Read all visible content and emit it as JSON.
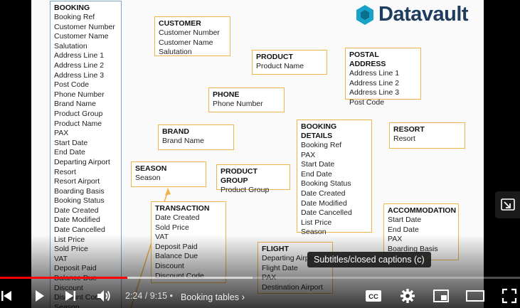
{
  "logo": {
    "text": "Datavault"
  },
  "boxes": {
    "booking": {
      "title": "BOOKING",
      "fields": [
        "Booking Ref",
        "Customer Number",
        "Customer Name",
        "Salutation",
        "Address Line 1",
        "Address Line 2",
        "Address Line 3",
        "Post Code",
        "Phone Number",
        "Brand Name",
        "Product Group",
        "Product Name",
        "PAX",
        "Start Date",
        "End Date",
        "Departing Airport",
        "Resort",
        "Resort Airport",
        "Boarding Basis",
        "Booking Status",
        "Date Created",
        "Date Modified",
        "Date Cancelled",
        "List Price",
        "Sold Price",
        "VAT",
        "Deposit Paid",
        "Balance Due",
        "Discount",
        "Discount Code",
        "Season"
      ]
    },
    "customer": {
      "title": "CUSTOMER",
      "fields": [
        "Customer Number",
        "Customer Name",
        "Salutation"
      ]
    },
    "product": {
      "title": "PRODUCT",
      "fields": [
        "Product Name"
      ]
    },
    "postal": {
      "title": "POSTAL ADDRESS",
      "fields": [
        "Address Line 1",
        "Address Line 2",
        "Address Line 3",
        "Post Code"
      ]
    },
    "phone": {
      "title": "PHONE",
      "fields": [
        "Phone Number"
      ]
    },
    "brand": {
      "title": "BRAND",
      "fields": [
        "Brand Name"
      ]
    },
    "booking_details": {
      "title": "BOOKING DETAILS",
      "fields": [
        "Booking Ref",
        "PAX",
        "Start Date",
        "End Date",
        "Booking Status",
        "Date Created",
        "Date Modified",
        "Date Cancelled",
        "List Price",
        "Season"
      ]
    },
    "resort": {
      "title": "RESORT",
      "fields": [
        "Resort"
      ]
    },
    "season": {
      "title": "SEASON",
      "fields": [
        "Season"
      ]
    },
    "product_group": {
      "title": "PRODUCT GROUP",
      "fields": [
        "Product Group"
      ]
    },
    "transaction": {
      "title": "TRANSACTION",
      "fields": [
        "Date Created",
        "Sold Price",
        "VAT",
        "Deposit Paid",
        "Balance Due",
        "Discount",
        "Discount Code"
      ]
    },
    "accommodation": {
      "title": "ACCOMMODATION",
      "fields": [
        "Start Date",
        "End Date",
        "PAX",
        "Boarding Basis"
      ]
    },
    "flight": {
      "title": "FLIGHT",
      "fields": [
        "Departing Airport",
        "Flight Date",
        "PAX",
        "Destination Airport"
      ]
    }
  },
  "player": {
    "progress_fraction": 0.245,
    "buffered_fraction": 0.485,
    "current_time": "2:24",
    "separator": "/",
    "duration": "9:15",
    "bullet": "•",
    "chapter": "Booking tables",
    "tooltip": "Subtitles/closed captions (c)",
    "cc_label": "CC",
    "colors": {
      "played": "#ff0000",
      "accent_box": "#f0b44c",
      "booking_box": "#7da7cf"
    }
  }
}
